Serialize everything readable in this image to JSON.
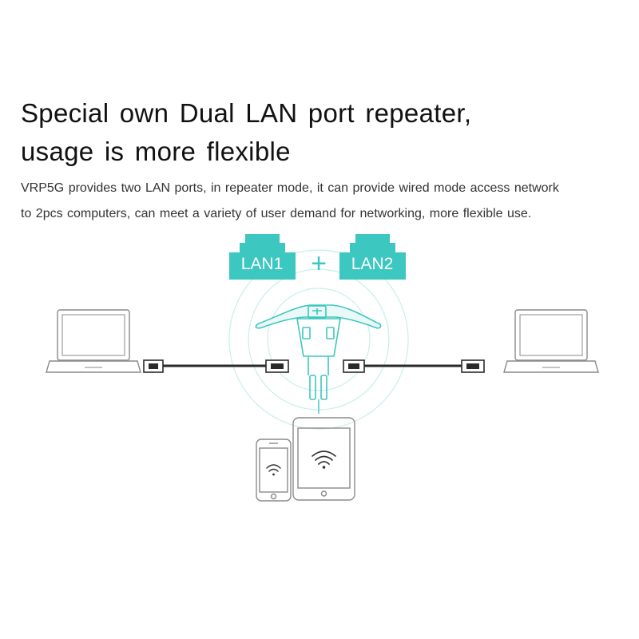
{
  "headline": {
    "line1": "Special own Dual LAN port repeater,",
    "line2": "usage is more flexible"
  },
  "description": {
    "line1": "VRP5G provides two LAN ports, in repeater mode, it can provide wired mode access network",
    "line2": "to 2pcs computers, can meet a variety of user demand for networking, more flexible use."
  },
  "ports": {
    "lan1": "LAN1",
    "plus": "+",
    "lan2": "LAN2"
  },
  "colors": {
    "accent": "#3cc7c1",
    "line": "#9a9a9a",
    "cable": "#2a2a2a"
  },
  "icons": {
    "computers": [
      "laptop-icon",
      "laptop-icon"
    ],
    "mobile": [
      "smartphone-icon",
      "tablet-icon"
    ],
    "wireless": "wifi-icon",
    "device": "repeater-icon"
  }
}
